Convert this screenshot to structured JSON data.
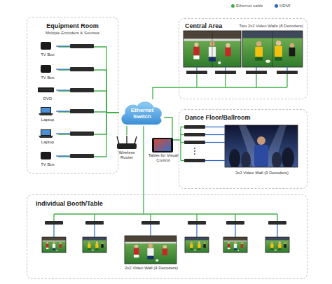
{
  "diagram": {
    "nodes": [
      {
        "text": [
          "Equipment Room",
          "Multiple Encoders & Sources"
        ]
      },
      {
        "text": [
          "TV Box"
        ],
        "in": 0
      },
      {
        "text": [
          "TV Box"
        ],
        "in": 0
      },
      {
        "text": [
          "DVD"
        ],
        "in": 0
      },
      {
        "text": [
          "Laptop"
        ],
        "in": 0
      },
      {
        "text": [
          "Laptop"
        ],
        "in": 0
      },
      {
        "text": [
          "TV Box"
        ],
        "in": 0
      },
      {
        "text": [
          "Ethernet Switch"
        ]
      },
      {
        "text": [
          "Wireless Router"
        ]
      },
      {
        "text": [
          "Tablet for Visual Control"
        ]
      },
      {
        "text": [
          "Central Area",
          "Two 2x2 Video Walls (8 Decoders)"
        ]
      },
      {
        "text": [
          "Dance Floor/Ballroom"
        ]
      },
      {
        "text": [
          "3x3 Video Wall (9 Decoders)"
        ],
        "in": 11
      },
      {
        "text": [
          "Individual Booth/Table"
        ]
      },
      {
        "text": [
          "2x2 Video Wall (4 Decoders)"
        ],
        "in": 13
      }
    ],
    "edges": [
      {
        "from": 1,
        "to": 7,
        "arrow": "none"
      },
      {
        "from": 2,
        "to": 7,
        "arrow": "none"
      },
      {
        "from": 3,
        "to": 7,
        "arrow": "none"
      },
      {
        "from": 4,
        "to": 7,
        "arrow": "none"
      },
      {
        "from": 5,
        "to": 7,
        "arrow": "none"
      },
      {
        "from": 6,
        "to": 7,
        "arrow": "none"
      },
      {
        "from": 7,
        "to": 8,
        "arrow": "none"
      },
      {
        "from": 7,
        "to": 10,
        "arrow": "none"
      },
      {
        "from": 7,
        "to": 11,
        "arrow": "none"
      },
      {
        "from": 7,
        "to": 13,
        "arrow": "none"
      }
    ],
    "legend": [
      {
        "text": "Ethernet cable",
        "color": "#3fae49"
      },
      {
        "text": "HDMI",
        "color": "#2b64c6"
      }
    ]
  }
}
